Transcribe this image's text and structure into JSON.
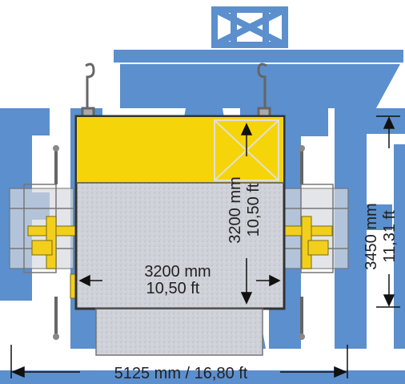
{
  "dimensions": {
    "inner_width": {
      "mm": "3200 mm",
      "ft": "10,50 ft"
    },
    "inner_height": {
      "mm": "3200 mm",
      "ft": "10,50 ft"
    },
    "outer_height": {
      "mm": "3450 mm",
      "ft": "11,31 ft"
    },
    "overall_width": "5125 mm / 16,80 ft"
  },
  "colors": {
    "watermark_blue": "#4f86c9",
    "platform_yellow": "#f6d40a",
    "platform_grey": "#c9ccd2",
    "frame_dark": "#333333",
    "rail_yellow": "#f3cf1d"
  }
}
